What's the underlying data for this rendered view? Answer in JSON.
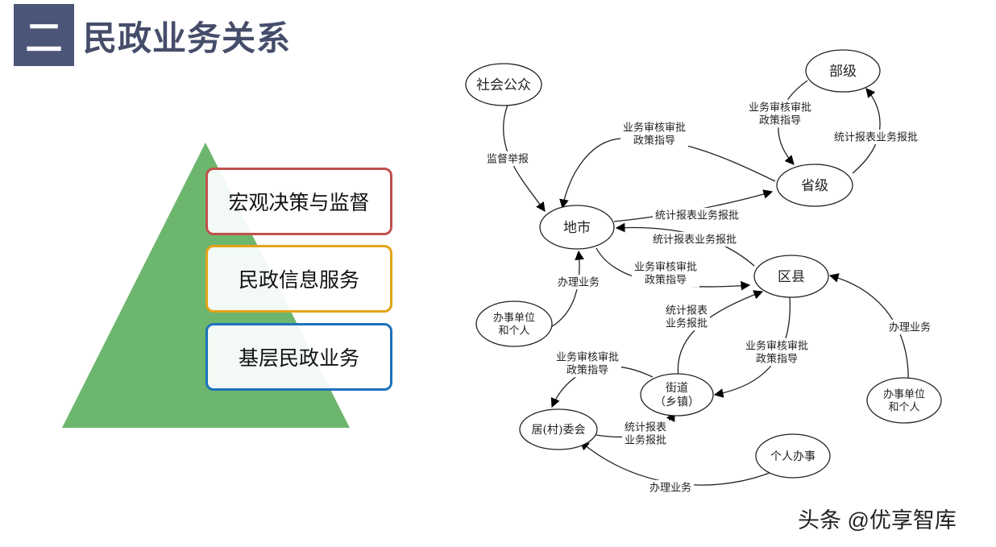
{
  "header": {
    "badge": "二",
    "title": "民政业务关系"
  },
  "pyramid": {
    "color": "#6db66e",
    "levels": [
      {
        "label": "宏观决策与监督",
        "border": "#c0504d"
      },
      {
        "label": "民政信息服务",
        "border": "#e4a316"
      },
      {
        "label": "基层民政业务",
        "border": "#1c72bc"
      }
    ]
  },
  "diagram": {
    "nodes": {
      "public": [
        "社会公众"
      ],
      "ministry": [
        "部级"
      ],
      "province": [
        "省级"
      ],
      "city": [
        "地市"
      ],
      "district": [
        "区县"
      ],
      "office_city": [
        "办事单位",
        "和个人"
      ],
      "office_district": [
        "办事单位",
        "和个人"
      ],
      "street": [
        "街道",
        "（乡镇）"
      ],
      "committee": [
        "居(村)委会"
      ],
      "person": [
        "个人办事"
      ]
    },
    "labels": {
      "supervise": [
        "监督举报"
      ],
      "prov_city_review": [
        "业务审核审批",
        "政策指导"
      ],
      "min_prov_review": [
        "业务审核审批",
        "政策指导"
      ],
      "prov_min_report": [
        "统计报表业务报批"
      ],
      "city_prov_report": [
        "统计报表业务报批"
      ],
      "dist_city_report": [
        "统计报表业务报批"
      ],
      "city_dist_review": [
        "业务审核审批",
        "政策指导"
      ],
      "office_city_handle": [
        "办理业务"
      ],
      "office_dist_handle": [
        "办理业务"
      ],
      "street_dist_report": [
        "统计报表",
        "业务报批"
      ],
      "dist_street_review": [
        "业务审核审批",
        "政策指导"
      ],
      "street_comm_review": [
        "业务审核审批",
        "政策指导"
      ],
      "comm_street_report": [
        "统计报表",
        "业务报批"
      ],
      "person_comm_handle": [
        "办理业务"
      ]
    }
  },
  "watermark": "头条 @优享智库"
}
